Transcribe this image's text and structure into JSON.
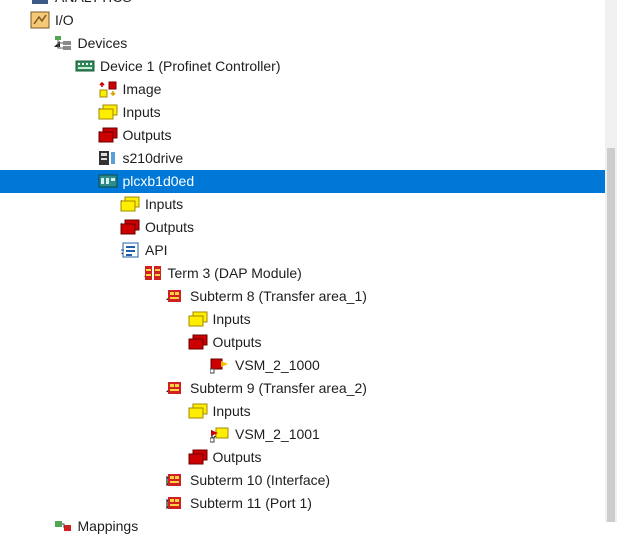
{
  "tree": {
    "rows": [
      {
        "label": "ANALYTICS",
        "icon": "analytics-icon",
        "toggle": "none",
        "level": 0
      },
      {
        "label": "I/O",
        "icon": "io-icon",
        "toggle": "expanded",
        "level": 0
      },
      {
        "label": "Devices",
        "icon": "devices-icon",
        "toggle": "expanded",
        "level": 1
      },
      {
        "label": "Device 1 (Profinet Controller)",
        "icon": "profinet-controller-icon",
        "toggle": "expanded",
        "level": 2
      },
      {
        "label": "Image",
        "icon": "image-icon",
        "toggle": "none",
        "level": 3
      },
      {
        "label": "Inputs",
        "icon": "inputs-icon",
        "toggle": "collapsed",
        "level": 3
      },
      {
        "label": "Outputs",
        "icon": "outputs-icon",
        "toggle": "collapsed",
        "level": 3
      },
      {
        "label": "s210drive",
        "icon": "drive-icon",
        "toggle": "collapsed",
        "level": 3
      },
      {
        "label": "plcxb1d0ed",
        "icon": "plc-device-icon",
        "toggle": "expanded",
        "level": 3,
        "selected": true
      },
      {
        "label": "Inputs",
        "icon": "inputs-icon",
        "toggle": "collapsed",
        "level": 4
      },
      {
        "label": "Outputs",
        "icon": "outputs-icon",
        "toggle": "collapsed",
        "level": 4
      },
      {
        "label": "API",
        "icon": "api-icon",
        "toggle": "expanded",
        "level": 4
      },
      {
        "label": "Term 3 (DAP Module)",
        "icon": "module-icon",
        "toggle": "expanded",
        "level": 5
      },
      {
        "label": "Subterm 8 (Transfer area_1)",
        "icon": "subterm-icon",
        "toggle": "expanded",
        "level": 6
      },
      {
        "label": "Inputs",
        "icon": "inputs-icon",
        "toggle": "none",
        "level": 7
      },
      {
        "label": "Outputs",
        "icon": "outputs-icon",
        "toggle": "expanded",
        "level": 7
      },
      {
        "label": "VSM_2_1000",
        "icon": "output-variable-icon",
        "toggle": "collapsed",
        "level": 8
      },
      {
        "label": "Subterm 9 (Transfer area_2)",
        "icon": "subterm-icon",
        "toggle": "expanded",
        "level": 6
      },
      {
        "label": "Inputs",
        "icon": "inputs-icon",
        "toggle": "expanded",
        "level": 7
      },
      {
        "label": "VSM_2_1001",
        "icon": "input-variable-icon",
        "toggle": "collapsed",
        "level": 8
      },
      {
        "label": "Outputs",
        "icon": "outputs-icon",
        "toggle": "none",
        "level": 7
      },
      {
        "label": "Subterm 10 (Interface)",
        "icon": "subterm-icon",
        "toggle": "collapsed",
        "level": 6
      },
      {
        "label": "Subterm 11 (Port 1)",
        "icon": "subterm-icon",
        "toggle": "collapsed",
        "level": 6
      },
      {
        "label": "Mappings",
        "icon": "mappings-icon",
        "toggle": "none",
        "level": 1
      }
    ]
  },
  "colors": {
    "selection": "#0078d7",
    "inputs_fill": "#ffee00",
    "outputs_fill": "#cc0000",
    "scrollbar_track": "#f0f0f0",
    "scrollbar_thumb": "#cdcdcd"
  }
}
